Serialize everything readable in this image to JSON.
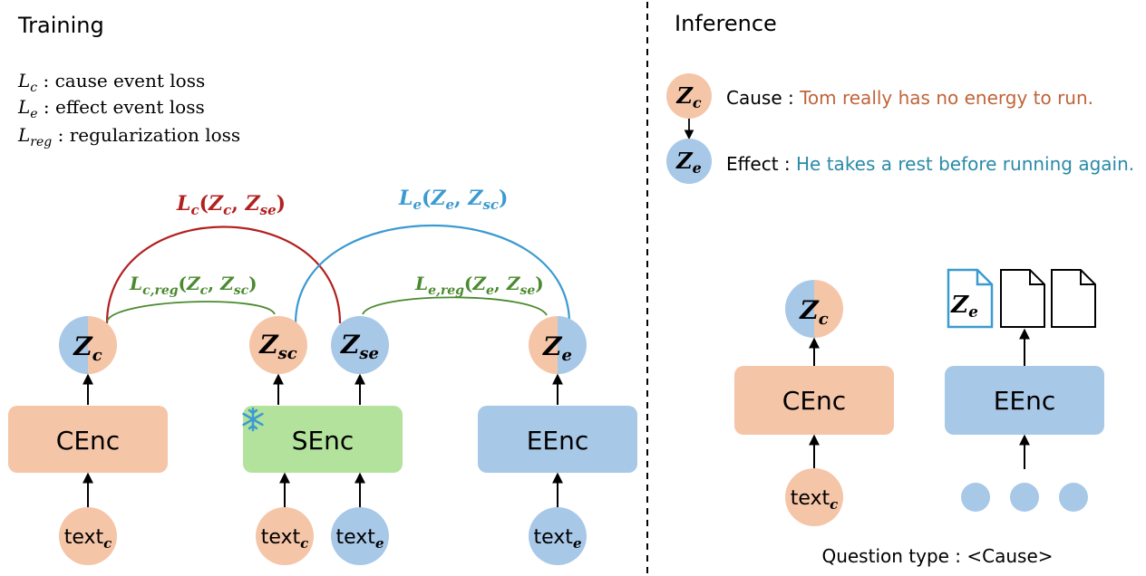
{
  "training": {
    "title": "Training",
    "legend": [
      {
        "sym": "L",
        "sub": "c",
        "text": " : cause event loss"
      },
      {
        "sym": "L",
        "sub": "e",
        "text": " : effect event loss"
      },
      {
        "sym": "L",
        "sub": "reg",
        "text": " : regularization loss"
      }
    ],
    "losses": {
      "cause": {
        "L": "L",
        "Lsub": "c",
        "open": "(",
        "a": "Z",
        "asub": "c",
        "comma": ", ",
        "b": "Z",
        "bsub": "se",
        "close": ")"
      },
      "effect": {
        "L": "L",
        "Lsub": "e",
        "open": "(",
        "a": "Z",
        "asub": "e",
        "comma": ", ",
        "b": "Z",
        "bsub": "sc",
        "close": ")"
      },
      "cause_reg": {
        "L": "L",
        "Lsub": "c,reg",
        "open": "(",
        "a": "Z",
        "asub": "c",
        "comma": ", ",
        "b": "Z",
        "bsub": "sc",
        "close": ")"
      },
      "effect_reg": {
        "L": "L",
        "Lsub": "e,reg",
        "open": "(",
        "a": "Z",
        "asub": "e",
        "comma": ", ",
        "b": "Z",
        "bsub": "se",
        "close": ")"
      }
    },
    "latents": [
      {
        "sym": "Z",
        "sub": "c"
      },
      {
        "sym": "Z",
        "sub": "sc"
      },
      {
        "sym": "Z",
        "sub": "se"
      },
      {
        "sym": "Z",
        "sub": "e"
      }
    ],
    "encoders": [
      "CEnc",
      "SEnc",
      "EEnc"
    ],
    "texts": [
      {
        "base": "text",
        "sub": "c"
      },
      {
        "base": "text",
        "sub": "c"
      },
      {
        "base": "text",
        "sub": "e"
      },
      {
        "base": "text",
        "sub": "e"
      }
    ],
    "frozen_icon": "snowflake-icon"
  },
  "inference": {
    "title": "Inference",
    "cause_label": "Cause : ",
    "cause_text": "Tom really has no energy to run.",
    "effect_label": "Effect : ",
    "effect_text": "He takes a rest before running again.",
    "zc": {
      "sym": "Z",
      "sub": "c"
    },
    "ze": {
      "sym": "Z",
      "sub": "e"
    },
    "encoders": [
      "CEnc",
      "EEnc"
    ],
    "text_in": {
      "base": "text",
      "sub": "c"
    },
    "question_type": "Question type : <Cause>"
  },
  "colors": {
    "orange_fill": "#f5c5a8",
    "blue_fill": "#a8c8e8",
    "green_fill": "#b2e29c",
    "cause_loss": "#b22020",
    "effect_loss": "#3b9ad0",
    "reg_loss": "#4a8a2e",
    "cause_text": "#c0643a",
    "effect_text": "#2a8aa8",
    "doc_outline": "#3b9ad0"
  }
}
